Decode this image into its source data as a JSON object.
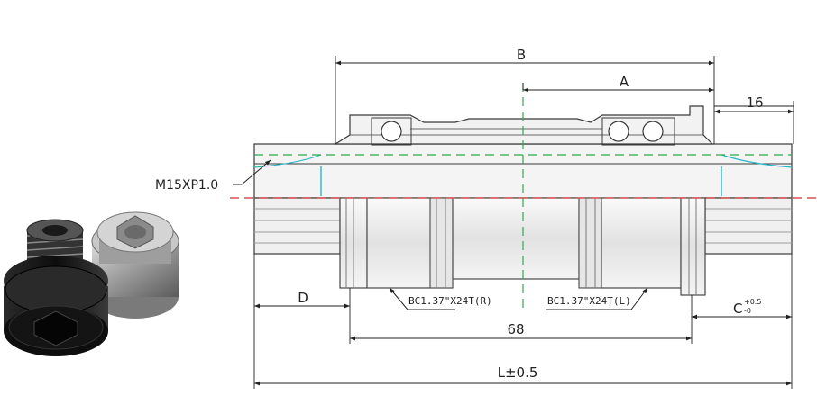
{
  "labels": {
    "dim_b": "B",
    "dim_a": "A",
    "dim_16": "16",
    "thread_spec": "M15XP1.0",
    "dim_d": "D",
    "cup_thread_right": "BC1.37\"X24T(R)",
    "cup_thread_left": "BC1.37\"X24T(L)",
    "dim_c": "C",
    "dim_c_tol_upper": "+0.5",
    "dim_c_tol_lower": "-0",
    "dim_68": "68",
    "dim_l": "L±0.5"
  },
  "colors": {
    "outline": "#3a3a3a",
    "body_fill": "#eeeeee",
    "centerline_red": "#d9534f",
    "centerline_green": "#2fa84f",
    "cyan_edge": "#2bb7c9",
    "bolt_dark": "#151515",
    "bolt_silver": "#b8b8b8"
  }
}
